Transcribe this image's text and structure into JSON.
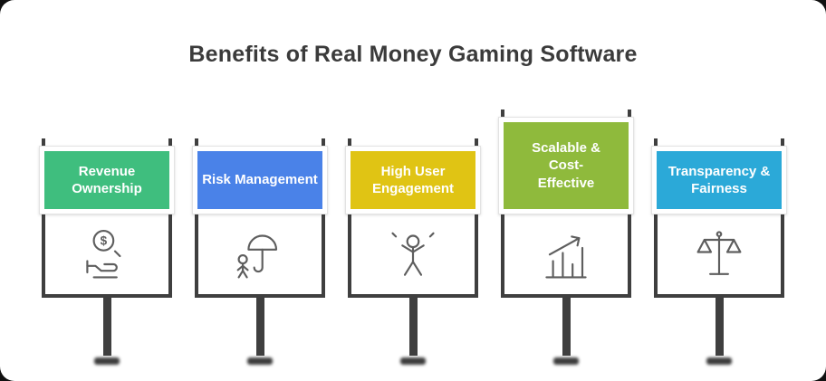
{
  "page": {
    "title": "Benefits of Real Money Gaming Software"
  },
  "theme": {
    "canvas_background": "#ffffff",
    "frame_color": "#3f3f3f",
    "title_color": "#3b3b3b",
    "icon_color": "#4d4d4d"
  },
  "signs": [
    {
      "label": "Revenue Ownership",
      "color": "#3FBE7E",
      "icon": "revenue-ownership-icon"
    },
    {
      "label": "Risk Management",
      "color": "#4A82E8",
      "icon": "risk-management-icon"
    },
    {
      "label": "High User Engagement",
      "color": "#E0C414",
      "icon": "high-user-engagement-icon"
    },
    {
      "label": "Scalable & Cost-Effective",
      "color": "#8FBA3C",
      "icon": "scalable-cost-effective-icon"
    },
    {
      "label": "Transparency & Fairness",
      "color": "#2BA9D8",
      "icon": "transparency-fairness-icon"
    }
  ]
}
